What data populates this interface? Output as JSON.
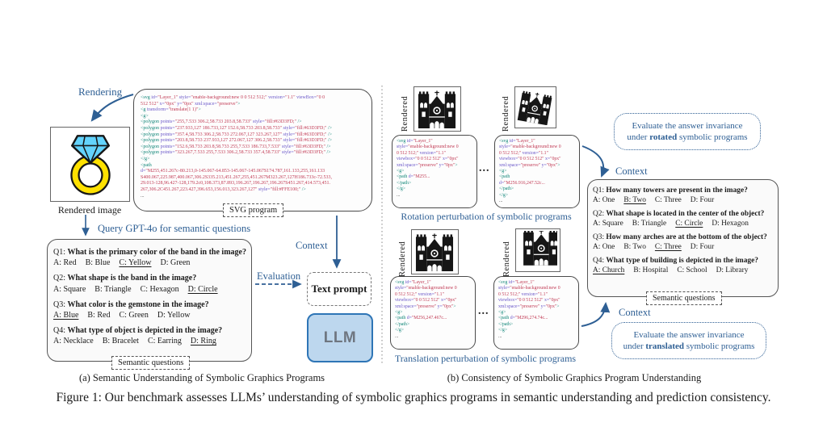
{
  "colors": {
    "accent_blue": "#2e5f94",
    "code_tag": "#0e8577",
    "code_attr": "#6b58c9",
    "code_value": "#c13a54",
    "diamond_blue": "#63D3FD",
    "band_yellow": "#FFE100",
    "llm_bg": "#bdd7ee",
    "llm_border": "#2e75b6"
  },
  "figure_caption": "Figure 1: Our benchmark assesses LLMs’ understanding of symbolic graphics programs in semantic understanding and prediction consistency.",
  "panel_a": {
    "caption": "(a) Semantic Understanding of Symbolic Graphics Programs",
    "rendering_label": "Rendering",
    "rendered_image_label": "Rendered image",
    "query_label": "Query GPT-4o for semantic questions",
    "svg_program_tag": "SVG program",
    "context_label": "Context",
    "evaluation_label": "Evaluation",
    "text_prompt_label": "Text prompt",
    "llm_label": "LLM",
    "semantic_questions_tag": "Semantic questions",
    "code": [
      [
        [
          "t",
          "<svg "
        ],
        [
          "a",
          "id="
        ],
        [
          "v",
          "\"Layer_1\" "
        ],
        [
          "a",
          "style="
        ],
        [
          "v",
          "\"enable-background:new 0 0 512 512;\" "
        ],
        [
          "a",
          "version="
        ],
        [
          "v",
          "\"1.1\" "
        ],
        [
          "a",
          "viewBox="
        ],
        [
          "v",
          "\"0 0"
        ]
      ],
      [
        [
          "v",
          "512 512\" "
        ],
        [
          "a",
          "x="
        ],
        [
          "v",
          "\"0px\" "
        ],
        [
          "a",
          "y="
        ],
        [
          "v",
          "\"0px\" "
        ],
        [
          "a",
          "xml:space="
        ],
        [
          "v",
          "\"preserve\""
        ],
        [
          "t",
          ">"
        ]
      ],
      [
        [
          "t",
          "<g "
        ],
        [
          "a",
          "transform="
        ],
        [
          "v",
          "\"translate(1 1)\""
        ],
        [
          "t",
          ">"
        ]
      ],
      [
        [
          "t",
          "<g>"
        ]
      ],
      [
        [
          "t",
          "<polygon "
        ],
        [
          "a",
          "points="
        ],
        [
          "v",
          "\"255,7.533 306.2,58.733 203.8,58.733\" "
        ],
        [
          "a",
          "style="
        ],
        [
          "v",
          "\"fill:#63D3FD;\" "
        ],
        [
          "t",
          "/>"
        ]
      ],
      [
        [
          "t",
          "<polygon "
        ],
        [
          "a",
          "points="
        ],
        [
          "v",
          "\"237.933,127 186.733,127 152.6,58.733 203.8,58.733\" "
        ],
        [
          "a",
          "style="
        ],
        [
          "v",
          "\"fill:#63D3FD;\" "
        ],
        [
          "t",
          "/>"
        ]
      ],
      [
        [
          "t",
          "<polygon "
        ],
        [
          "a",
          "points="
        ],
        [
          "v",
          "\"357.4,58.733 306.2,58.733 272.067,127 323.267,127\" "
        ],
        [
          "a",
          "style="
        ],
        [
          "v",
          "\"fill:#63D3FD;\" "
        ],
        [
          "t",
          "/>"
        ]
      ],
      [
        [
          "t",
          "<polygon "
        ],
        [
          "a",
          "points="
        ],
        [
          "v",
          "\"203.8,58.733 237.933,127 272.067,127 306.2,58.733\" "
        ],
        [
          "a",
          "style="
        ],
        [
          "v",
          "\"fill:#63D3FD;\" "
        ],
        [
          "t",
          "/>"
        ]
      ],
      [
        [
          "t",
          "<polygon "
        ],
        [
          "a",
          "points="
        ],
        [
          "v",
          "\"152.6,58.733 203.8,58.733 255,7.533 186.733,7.533\" "
        ],
        [
          "a",
          "style="
        ],
        [
          "v",
          "\"fill:#63D3FD;\" "
        ],
        [
          "t",
          "/>"
        ]
      ],
      [
        [
          "t",
          "<polygon "
        ],
        [
          "a",
          "points="
        ],
        [
          "v",
          "\"323.267,7.533 255,7.533 306.2,58.733 357.4,58.733\" "
        ],
        [
          "a",
          "style="
        ],
        [
          "v",
          "\"fill:#63D3FD;\" "
        ],
        [
          "t",
          "/>"
        ]
      ],
      [
        [
          "t",
          "</g>"
        ]
      ],
      [
        [
          "t",
          "<path"
        ]
      ],
      [
        [
          "a",
          "d="
        ],
        [
          "v",
          "\"M255,451.267c-80.213,0-145.067-64.853-145.067-145.067S174.787,161.133,255,161.133"
        ]
      ],
      [
        [
          "v",
          "S400.067,225.987,400.067,306.2S335.213,451.267,255,451.267M323.267,127H186.733c-72.533,"
        ]
      ],
      [
        [
          "v",
          "29.013-128,96.427-128,179.2c0,108.373,87.893,196.267,196.267,196.267S451.267,414.573,451."
        ]
      ],
      [
        [
          "v",
          "267,306.2C451.267,223.427,396.653,156.013,323.267,127\" "
        ],
        [
          "a",
          "style="
        ],
        [
          "v",
          "\"fill:#FFE100;\" "
        ],
        [
          "t",
          "/>"
        ]
      ],
      [
        [
          "p",
          "..."
        ]
      ]
    ],
    "questions": [
      {
        "num": "Q1:",
        "text": "What is the primary color of the band in the image?",
        "options": [
          "A: Red",
          "B: Blue",
          "C: Yellow",
          "D: Green"
        ],
        "correct": 2
      },
      {
        "num": "Q2:",
        "text": "What shape is the band in the image?",
        "options": [
          "A: Square",
          "B: Triangle",
          "C: Hexagon",
          "D: Circle"
        ],
        "correct": 3
      },
      {
        "num": "Q3:",
        "text": "What color is the gemstone in the image?",
        "options": [
          "A: Blue",
          "B: Red",
          "C: Green",
          "D: Yellow"
        ],
        "correct": 0
      },
      {
        "num": "Q4:",
        "text": "What type of object is depicted in the image?",
        "options": [
          "A: Necklace",
          "B: Bracelet",
          "C: Earring",
          "D: Ring"
        ],
        "correct": 3
      }
    ]
  },
  "panel_b": {
    "caption": "(b) Consistency of Symbolic Graphics Program Understanding",
    "rendered_label": "Rendered",
    "rotation_label": "Rotation perturbation of symbolic programs",
    "translation_label": "Translation perturbation of symbolic programs",
    "context_label": "Context",
    "ellipsis": "...",
    "semantic_questions_tag": "Semantic questions",
    "evaluate_rotated": {
      "line1": "Evaluate the answer invariance",
      "line2_pre": "under ",
      "line2_bold": "rotated",
      "line2_post": " symbolic programs"
    },
    "evaluate_translated": {
      "line1": "Evaluate the answer invariance",
      "line2_pre": "under ",
      "line2_bold": "translated",
      "line2_post": " symbolic programs"
    },
    "code_rot_1": [
      [
        [
          "t",
          "<svg "
        ],
        [
          "a",
          "id="
        ],
        [
          "v",
          "\"Layer_1\""
        ]
      ],
      [
        [
          "a",
          "style="
        ],
        [
          "v",
          "\"enable-background:new 0"
        ]
      ],
      [
        [
          "v",
          "0 512 512;\" "
        ],
        [
          "a",
          "version="
        ],
        [
          "v",
          "\"1.1\""
        ]
      ],
      [
        [
          "a",
          "viewbox="
        ],
        [
          "v",
          "\"0 0 512 512\" "
        ],
        [
          "a",
          "x="
        ],
        [
          "v",
          "\"0px\""
        ]
      ],
      [
        [
          "a",
          "xml:space="
        ],
        [
          "v",
          "\"preserve\" "
        ],
        [
          "a",
          "y="
        ],
        [
          "v",
          "\"0px\""
        ],
        [
          "t",
          ">"
        ]
      ],
      [
        [
          "t",
          "<g>"
        ]
      ],
      [
        [
          "p",
          "  "
        ],
        [
          "t",
          "<path "
        ],
        [
          "a",
          "d="
        ],
        [
          "v",
          "\"M255..."
        ]
      ],
      [
        [
          "p",
          "  "
        ],
        [
          "t",
          "</path>"
        ]
      ],
      [
        [
          "t",
          "</g>"
        ]
      ],
      [
        [
          "p",
          "..."
        ]
      ]
    ],
    "code_rot_2": [
      [
        [
          "t",
          "<svg "
        ],
        [
          "a",
          "id="
        ],
        [
          "v",
          "\"Layer_1\""
        ]
      ],
      [
        [
          "a",
          "style="
        ],
        [
          "v",
          "\"enable-background:new 0"
        ]
      ],
      [
        [
          "v",
          "0 512 512;\" "
        ],
        [
          "a",
          "version="
        ],
        [
          "v",
          "\"1.1\""
        ]
      ],
      [
        [
          "a",
          "viewbox="
        ],
        [
          "v",
          "\"0 0 512 512\" "
        ],
        [
          "a",
          "x="
        ],
        [
          "v",
          "\"0px\""
        ]
      ],
      [
        [
          "a",
          "xml:space="
        ],
        [
          "v",
          "\"preserve\" "
        ],
        [
          "a",
          "y="
        ],
        [
          "v",
          "\"0px\""
        ],
        [
          "t",
          ">"
        ]
      ],
      [
        [
          "t",
          "<g>"
        ]
      ],
      [
        [
          "p",
          "  "
        ],
        [
          "t",
          "<path"
        ]
      ],
      [
        [
          "a",
          "d="
        ],
        [
          "v",
          "\"M256.916,247.52c..."
        ]
      ],
      [
        [
          "p",
          "  "
        ],
        [
          "t",
          "</path>"
        ]
      ],
      [
        [
          "t",
          "</g>"
        ]
      ],
      [
        [
          "p",
          "..."
        ]
      ]
    ],
    "code_trans_1": [
      [
        [
          "t",
          "<svg "
        ],
        [
          "a",
          "id="
        ],
        [
          "v",
          "\"Layer_1\""
        ]
      ],
      [
        [
          "a",
          "style="
        ],
        [
          "v",
          "\"enable-background:new 0"
        ]
      ],
      [
        [
          "v",
          "0 512 512;\" "
        ],
        [
          "a",
          "version="
        ],
        [
          "v",
          "\"1.1\""
        ]
      ],
      [
        [
          "a",
          "viewbox="
        ],
        [
          "v",
          "\"0 0 512 512\" "
        ],
        [
          "a",
          "x="
        ],
        [
          "v",
          "\"0px\""
        ]
      ],
      [
        [
          "a",
          "xml:space="
        ],
        [
          "v",
          "\"preserve\" "
        ],
        [
          "a",
          "y="
        ],
        [
          "v",
          "\"0px\""
        ],
        [
          "t",
          ">"
        ]
      ],
      [
        [
          "t",
          "<g>"
        ]
      ],
      [
        [
          "p",
          "  "
        ],
        [
          "t",
          "<path "
        ],
        [
          "a",
          "d="
        ],
        [
          "v",
          "\"M256,247.467c..."
        ]
      ],
      [
        [
          "p",
          "  "
        ],
        [
          "t",
          "</path>"
        ]
      ],
      [
        [
          "t",
          "</g>"
        ]
      ],
      [
        [
          "p",
          "..."
        ]
      ]
    ],
    "code_trans_2": [
      [
        [
          "t",
          "<svg "
        ],
        [
          "a",
          "id="
        ],
        [
          "v",
          "\"Layer_1\""
        ]
      ],
      [
        [
          "a",
          "style="
        ],
        [
          "v",
          "\"enable-background:new 0"
        ]
      ],
      [
        [
          "v",
          "0 512 512;\" "
        ],
        [
          "a",
          "version="
        ],
        [
          "v",
          "\"1.1\""
        ]
      ],
      [
        [
          "a",
          "viewbox="
        ],
        [
          "v",
          "\"0 0 512 512\" "
        ],
        [
          "a",
          "x="
        ],
        [
          "v",
          "\"0px\""
        ]
      ],
      [
        [
          "a",
          "xml:space="
        ],
        [
          "v",
          "\"preserve\" "
        ],
        [
          "a",
          "y="
        ],
        [
          "v",
          "\"0px\""
        ],
        [
          "t",
          ">"
        ]
      ],
      [
        [
          "t",
          "<g>"
        ]
      ],
      [
        [
          "p",
          "  "
        ],
        [
          "t",
          "<path "
        ],
        [
          "a",
          "d="
        ],
        [
          "v",
          "\"M296,274.74c..."
        ]
      ],
      [
        [
          "p",
          "  "
        ],
        [
          "t",
          "</path>"
        ]
      ],
      [
        [
          "t",
          "</g>"
        ]
      ],
      [
        [
          "p",
          "..."
        ]
      ]
    ],
    "questions": [
      {
        "num": "Q1:",
        "text": "How many towers are present in the image?",
        "options": [
          "A: One",
          "B: Two",
          "C: Three",
          "D: Four"
        ],
        "correct": 1
      },
      {
        "num": "Q2:",
        "text": "What shape is located in the center of the object?",
        "options": [
          "A: Square",
          "B: Triangle",
          "C: Circle",
          "D: Hexagon"
        ],
        "correct": 2
      },
      {
        "num": "Q3:",
        "text": "How many arches are at the bottom of the object?",
        "options": [
          "A: One",
          "B: Two",
          "C: Three",
          "D: Four"
        ],
        "correct": 2
      },
      {
        "num": "Q4:",
        "text": "What type of building is depicted in the image?",
        "options": [
          "A: Church",
          "B: Hospital",
          "C: School",
          "D: Library"
        ],
        "correct": 0
      }
    ]
  }
}
